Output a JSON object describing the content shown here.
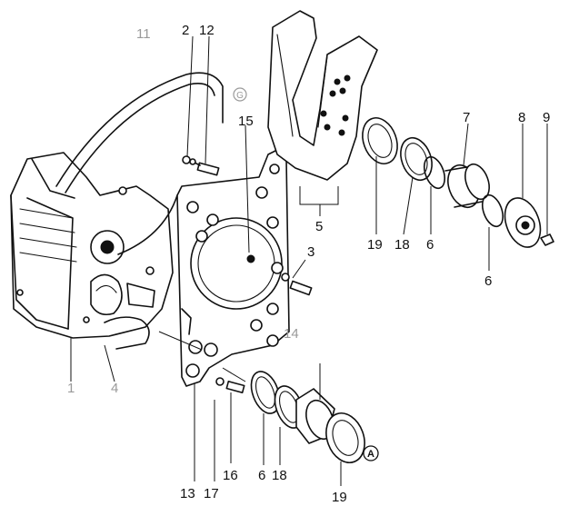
{
  "diagram": {
    "callouts": [
      {
        "id": "c11",
        "text": "11"
      },
      {
        "id": "c2",
        "text": "2"
      },
      {
        "id": "c12",
        "text": "12"
      },
      {
        "id": "c15",
        "text": "15"
      },
      {
        "id": "c3",
        "text": "3"
      },
      {
        "id": "c5",
        "text": "5"
      },
      {
        "id": "c19a",
        "text": "19"
      },
      {
        "id": "c18a",
        "text": "18"
      },
      {
        "id": "c6a",
        "text": "6"
      },
      {
        "id": "c7",
        "text": "7"
      },
      {
        "id": "c8",
        "text": "8"
      },
      {
        "id": "c9",
        "text": "9"
      },
      {
        "id": "c6b",
        "text": "6"
      },
      {
        "id": "c1",
        "text": "1"
      },
      {
        "id": "c4",
        "text": "4"
      },
      {
        "id": "c13",
        "text": "13"
      },
      {
        "id": "c17",
        "text": "17"
      },
      {
        "id": "c16",
        "text": "16"
      },
      {
        "id": "c6c",
        "text": "6"
      },
      {
        "id": "c18b",
        "text": "18"
      },
      {
        "id": "c19b",
        "text": "19"
      },
      {
        "id": "c14",
        "text": "14"
      },
      {
        "id": "cA",
        "text": "A"
      },
      {
        "id": "cG",
        "text": "G"
      }
    ]
  }
}
